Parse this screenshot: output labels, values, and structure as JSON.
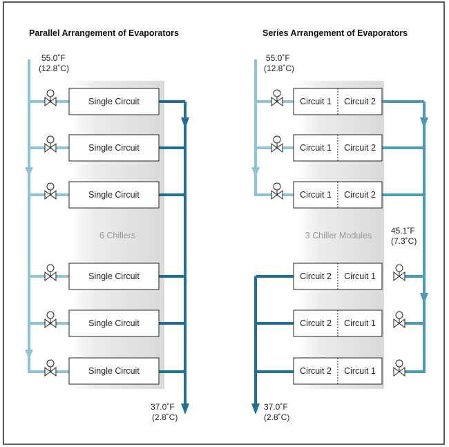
{
  "parallel": {
    "title": "Parallel Arrangement of Evaporators",
    "inlet_temp_f": "55.0˚F",
    "inlet_temp_c": "(12.8˚C)",
    "outlet_temp_f": "37.0˚F",
    "outlet_temp_c": "(2.8˚C)",
    "unit_label": "Single Circuit",
    "band_label": "6 Chillers"
  },
  "series": {
    "title": "Series Arrangement of Evaporators",
    "inlet_temp_f": "55.0˚F",
    "inlet_temp_c": "(12.8˚C)",
    "mid_temp_f": "45.1˚F",
    "mid_temp_c": "(7.3˚C)",
    "outlet_temp_f": "37.0˚F",
    "outlet_temp_c": "(2.8˚C)",
    "circuit_1": "Circuit 1",
    "circuit_2": "Circuit 2",
    "band_label": "3 Chiller Modules"
  },
  "colors": {
    "supply_pipe": "#8fc3d6",
    "return_pipe": "#1f6f99",
    "series_pipe": "#4a9ab8",
    "band_gray": "#e6e6e6",
    "border": "#222222"
  }
}
